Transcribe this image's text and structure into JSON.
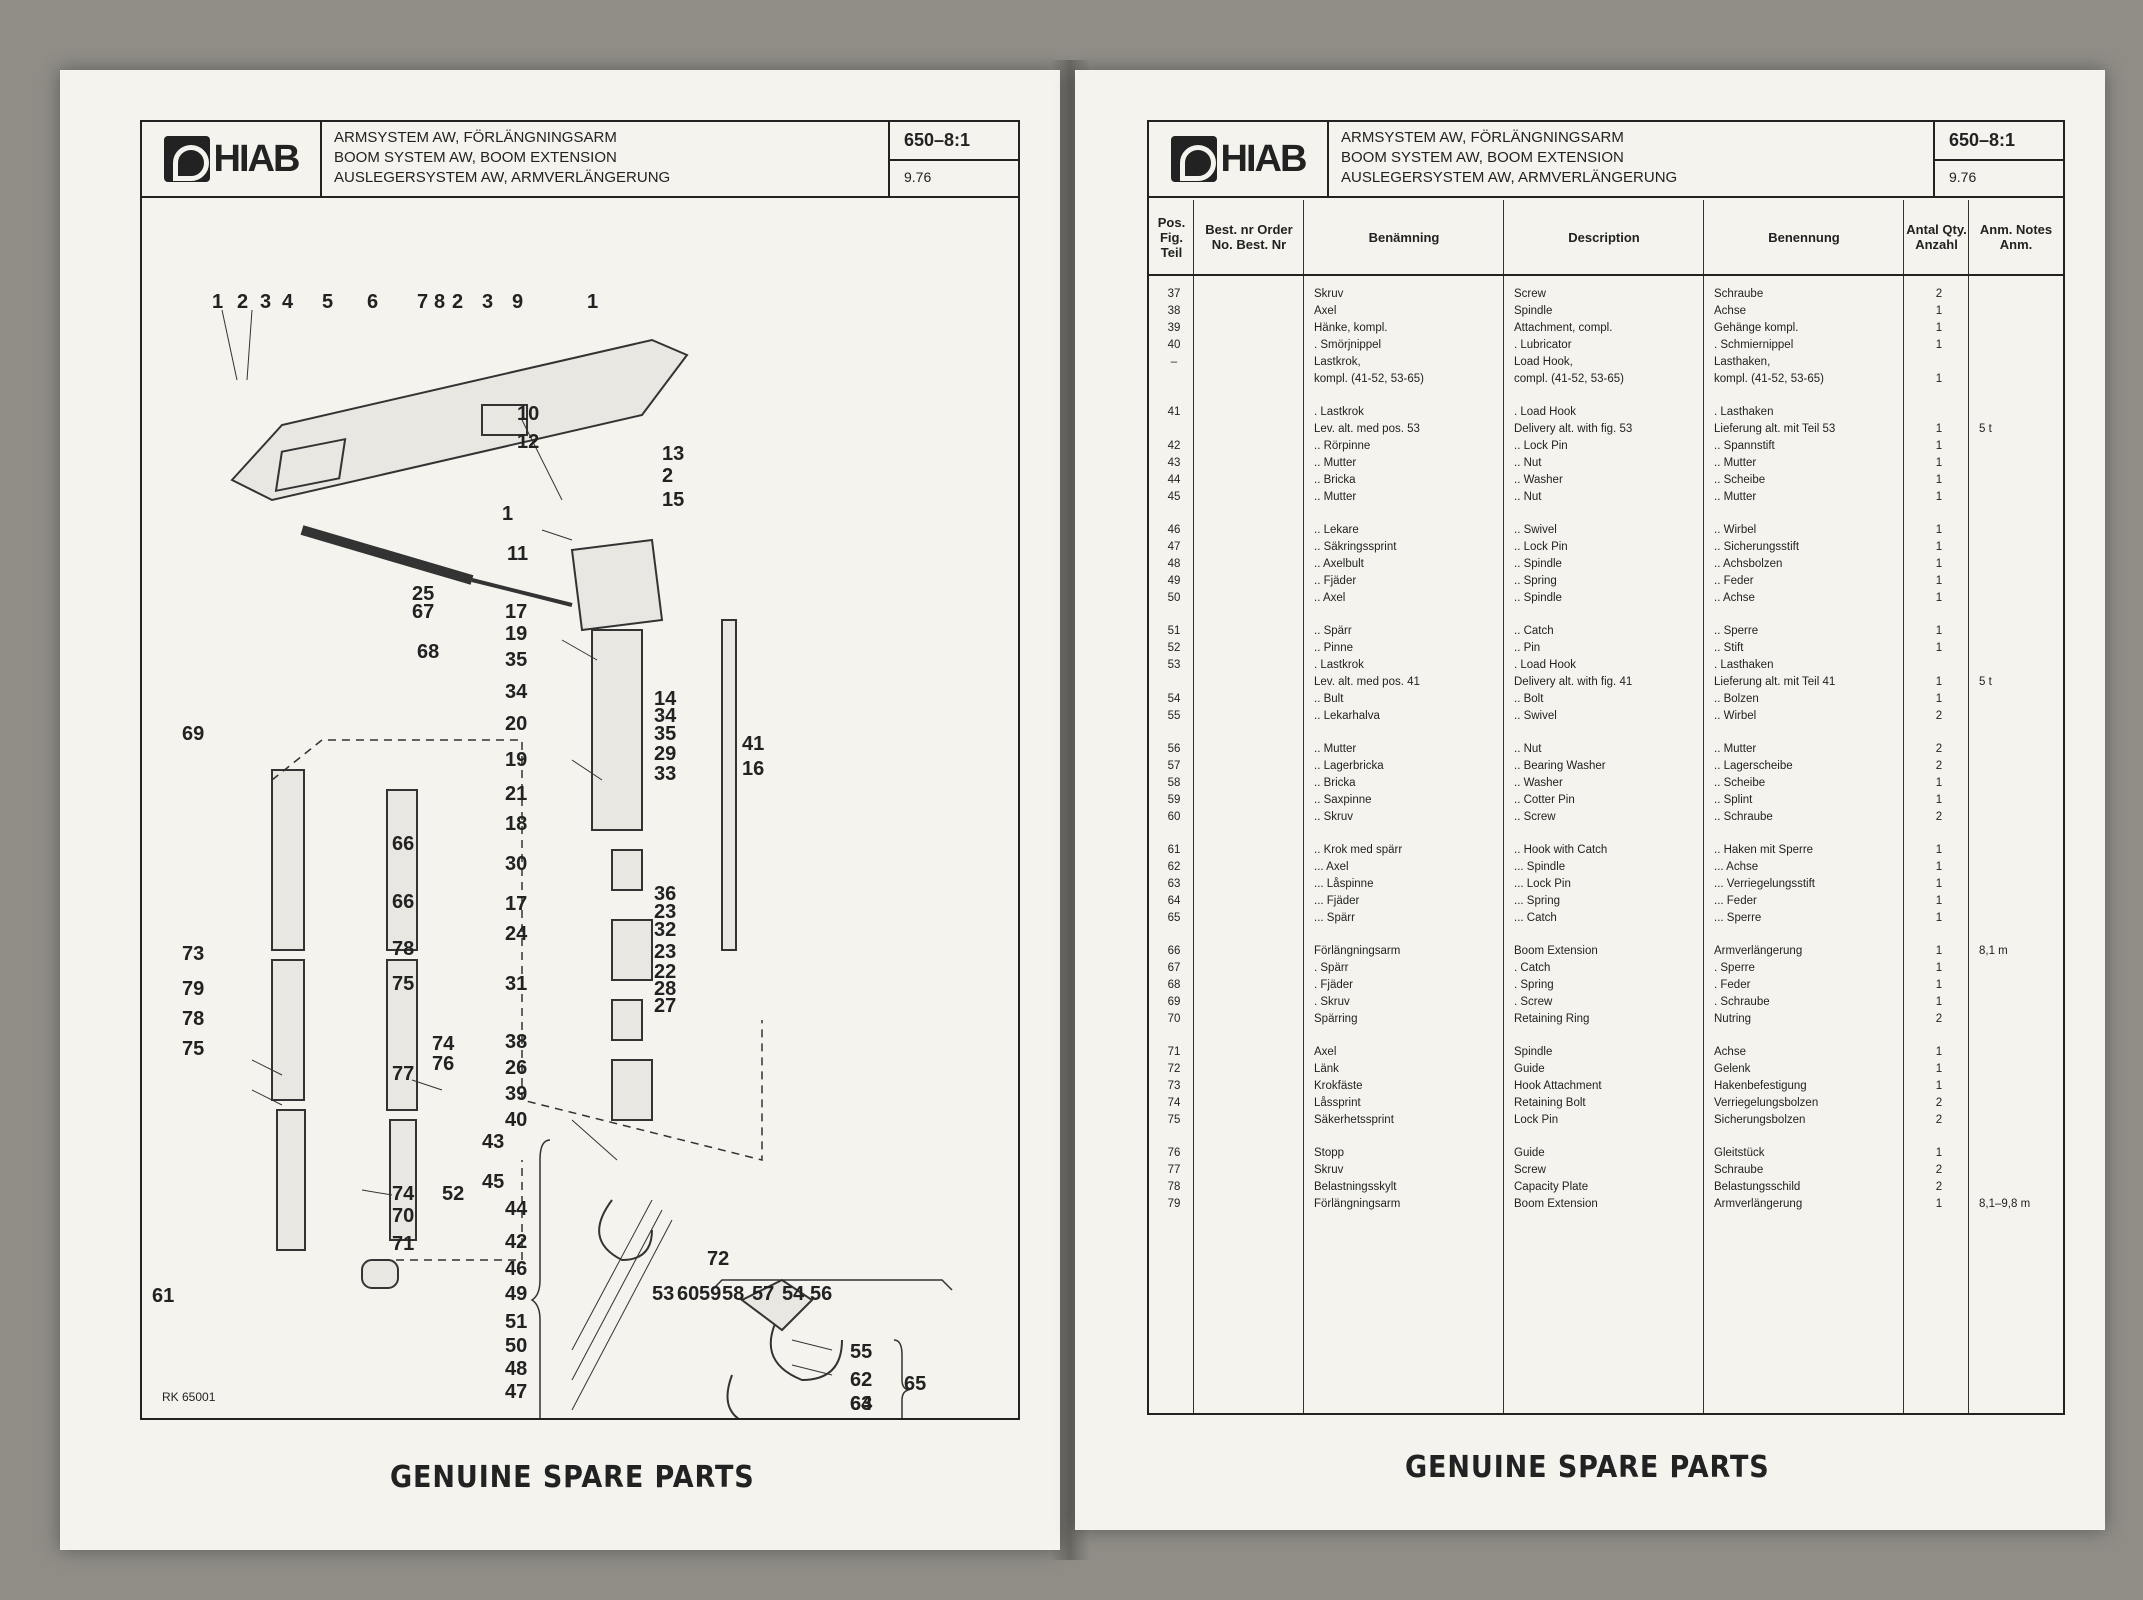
{
  "left_page": {
    "header": {
      "logo": "HIAB",
      "titles": [
        "ARMSYSTEM AW, FÖRLÄNGNINGSARM",
        "BOOM SYSTEM AW, BOOM EXTENSION",
        "AUSLEGERSYSTEM AW, ARMVERLÄNGERUNG"
      ],
      "code": "650–8:1",
      "date": "9.76"
    },
    "drawing_ref": "RK 65001",
    "footer": "GENUINE SPARE PARTS",
    "callouts": [
      "1",
      "2",
      "3",
      "4",
      "5",
      "6",
      "7",
      "8",
      "2",
      "3",
      "9",
      "1",
      "10",
      "12",
      "13",
      "2",
      "15",
      "1",
      "11",
      "17",
      "19",
      "35",
      "34",
      "20",
      "19",
      "21",
      "18",
      "30",
      "17",
      "24",
      "31",
      "38",
      "26",
      "39",
      "40",
      "43",
      "45",
      "44",
      "42",
      "46",
      "49",
      "51",
      "50",
      "48",
      "47",
      "52",
      "41",
      "16",
      "14",
      "34",
      "35",
      "29",
      "33",
      "36",
      "23",
      "32",
      "23",
      "22",
      "28",
      "27",
      "25",
      "67",
      "68",
      "69",
      "66",
      "66",
      "78",
      "75",
      "74",
      "76",
      "77",
      "73",
      "79",
      "78",
      "75",
      "74",
      "70",
      "71",
      "72",
      "53",
      "60",
      "59",
      "58",
      "57",
      "54",
      "56",
      "55",
      "62",
      "63",
      "64",
      "65",
      "61"
    ]
  },
  "right_page": {
    "header": {
      "logo": "HIAB",
      "titles": [
        "ARMSYSTEM AW, FÖRLÄNGNINGSARM",
        "BOOM SYSTEM AW, BOOM EXTENSION",
        "AUSLEGERSYSTEM AW, ARMVERLÄNGERUNG"
      ],
      "code": "650–8:1",
      "date": "9.76"
    },
    "table": {
      "headers": {
        "pos": "Pos. Fig. Teil",
        "order": "Best. nr Order No. Best. Nr",
        "sv": "Benämning",
        "en": "Description",
        "de": "Benennung",
        "qty": "Antal Qty. Anzahl",
        "note": "Anm. Notes Anm."
      },
      "rows": [
        {
          "pos": "37",
          "sv": "Skruv",
          "en": "Screw",
          "de": "Schraube",
          "qty": "2",
          "note": ""
        },
        {
          "pos": "38",
          "sv": "Axel",
          "en": "Spindle",
          "de": "Achse",
          "qty": "1",
          "note": ""
        },
        {
          "pos": "39",
          "sv": "Hänke, kompl.",
          "en": "Attachment, compl.",
          "de": "Gehänge kompl.",
          "qty": "1",
          "note": ""
        },
        {
          "pos": "40",
          "sv": ". Smörjnippel",
          "en": ". Lubricator",
          "de": ". Schmiernippel",
          "qty": "1",
          "note": ""
        },
        {
          "pos": "–",
          "sv": "Lastkrok,",
          "en": "Load Hook,",
          "de": "Lasthaken,",
          "qty": "",
          "note": ""
        },
        {
          "pos": "",
          "sv": "kompl. (41-52, 53-65)",
          "en": "compl. (41-52, 53-65)",
          "de": "kompl. (41-52, 53-65)",
          "qty": "1",
          "note": ""
        },
        {
          "pos": "41",
          "sv": ". Lastkrok",
          "en": ". Load Hook",
          "de": ". Lasthaken",
          "qty": "",
          "note": ""
        },
        {
          "pos": "",
          "sv": "Lev. alt. med pos. 53",
          "en": "Delivery alt. with fig. 53",
          "de": "Lieferung alt. mit Teil 53",
          "qty": "1",
          "note": "5 t"
        },
        {
          "pos": "42",
          "sv": ".. Rörpinne",
          "en": ".. Lock Pin",
          "de": ".. Spannstift",
          "qty": "1",
          "note": ""
        },
        {
          "pos": "43",
          "sv": ".. Mutter",
          "en": ".. Nut",
          "de": ".. Mutter",
          "qty": "1",
          "note": ""
        },
        {
          "pos": "44",
          "sv": ".. Bricka",
          "en": ".. Washer",
          "de": ".. Scheibe",
          "qty": "1",
          "note": ""
        },
        {
          "pos": "45",
          "sv": ".. Mutter",
          "en": ".. Nut",
          "de": ".. Mutter",
          "qty": "1",
          "note": ""
        },
        {
          "pos": "46",
          "sv": ".. Lekare",
          "en": ".. Swivel",
          "de": ".. Wirbel",
          "qty": "1",
          "note": ""
        },
        {
          "pos": "47",
          "sv": ".. Säkringssprint",
          "en": ".. Lock Pin",
          "de": ".. Sicherungsstift",
          "qty": "1",
          "note": ""
        },
        {
          "pos": "48",
          "sv": ".. Axelbult",
          "en": ".. Spindle",
          "de": ".. Achsbolzen",
          "qty": "1",
          "note": ""
        },
        {
          "pos": "49",
          "sv": ".. Fjäder",
          "en": ".. Spring",
          "de": ".. Feder",
          "qty": "1",
          "note": ""
        },
        {
          "pos": "50",
          "sv": ".. Axel",
          "en": ".. Spindle",
          "de": ".. Achse",
          "qty": "1",
          "note": ""
        },
        {
          "pos": "51",
          "sv": ".. Spärr",
          "en": ".. Catch",
          "de": ".. Sperre",
          "qty": "1",
          "note": ""
        },
        {
          "pos": "52",
          "sv": ".. Pinne",
          "en": ".. Pin",
          "de": ".. Stift",
          "qty": "1",
          "note": ""
        },
        {
          "pos": "53",
          "sv": ". Lastkrok",
          "en": ". Load Hook",
          "de": ". Lasthaken",
          "qty": "",
          "note": ""
        },
        {
          "pos": "",
          "sv": "Lev. alt. med pos. 41",
          "en": "Delivery alt. with fig. 41",
          "de": "Lieferung alt. mit Teil 41",
          "qty": "1",
          "note": "5 t"
        },
        {
          "pos": "54",
          "sv": ".. Bult",
          "en": ".. Bolt",
          "de": ".. Bolzen",
          "qty": "1",
          "note": ""
        },
        {
          "pos": "55",
          "sv": ".. Lekarhalva",
          "en": ".. Swivel",
          "de": ".. Wirbel",
          "qty": "2",
          "note": ""
        },
        {
          "pos": "56",
          "sv": ".. Mutter",
          "en": ".. Nut",
          "de": ".. Mutter",
          "qty": "2",
          "note": ""
        },
        {
          "pos": "57",
          "sv": ".. Lagerbricka",
          "en": ".. Bearing Washer",
          "de": ".. Lagerscheibe",
          "qty": "2",
          "note": ""
        },
        {
          "pos": "58",
          "sv": ".. Bricka",
          "en": ".. Washer",
          "de": ".. Scheibe",
          "qty": "1",
          "note": ""
        },
        {
          "pos": "59",
          "sv": ".. Saxpinne",
          "en": ".. Cotter Pin",
          "de": ".. Splint",
          "qty": "1",
          "note": ""
        },
        {
          "pos": "60",
          "sv": ".. Skruv",
          "en": ".. Screw",
          "de": ".. Schraube",
          "qty": "2",
          "note": ""
        },
        {
          "pos": "61",
          "sv": ".. Krok med spärr",
          "en": ".. Hook with Catch",
          "de": ".. Haken mit Sperre",
          "qty": "1",
          "note": ""
        },
        {
          "pos": "62",
          "sv": "... Axel",
          "en": "... Spindle",
          "de": "... Achse",
          "qty": "1",
          "note": ""
        },
        {
          "pos": "63",
          "sv": "... Låspinne",
          "en": "... Lock Pin",
          "de": "... Verriegelungsstift",
          "qty": "1",
          "note": ""
        },
        {
          "pos": "64",
          "sv": "... Fjäder",
          "en": "... Spring",
          "de": "... Feder",
          "qty": "1",
          "note": ""
        },
        {
          "pos": "65",
          "sv": "... Spärr",
          "en": "... Catch",
          "de": "... Sperre",
          "qty": "1",
          "note": ""
        },
        {
          "pos": "66",
          "sv": "Förlängningsarm",
          "en": "Boom Extension",
          "de": "Armverlängerung",
          "qty": "1",
          "note": "8,1 m"
        },
        {
          "pos": "67",
          "sv": ". Spärr",
          "en": ". Catch",
          "de": ". Sperre",
          "qty": "1",
          "note": ""
        },
        {
          "pos": "68",
          "sv": ". Fjäder",
          "en": ". Spring",
          "de": ". Feder",
          "qty": "1",
          "note": ""
        },
        {
          "pos": "69",
          "sv": ". Skruv",
          "en": ". Screw",
          "de": ". Schraube",
          "qty": "1",
          "note": ""
        },
        {
          "pos": "70",
          "sv": "Spärring",
          "en": "Retaining Ring",
          "de": "Nutring",
          "qty": "2",
          "note": ""
        },
        {
          "pos": "71",
          "sv": "Axel",
          "en": "Spindle",
          "de": "Achse",
          "qty": "1",
          "note": ""
        },
        {
          "pos": "72",
          "sv": "Länk",
          "en": "Guide",
          "de": "Gelenk",
          "qty": "1",
          "note": ""
        },
        {
          "pos": "73",
          "sv": "Krokfäste",
          "en": "Hook Attachment",
          "de": "Hakenbefestigung",
          "qty": "1",
          "note": ""
        },
        {
          "pos": "74",
          "sv": "Låssprint",
          "en": "Retaining Bolt",
          "de": "Verriegelungsbolzen",
          "qty": "2",
          "note": ""
        },
        {
          "pos": "75",
          "sv": "Säkerhetssprint",
          "en": "Lock Pin",
          "de": "Sicherungsbolzen",
          "qty": "2",
          "note": ""
        },
        {
          "pos": "76",
          "sv": "Stopp",
          "en": "Guide",
          "de": "Gleitstück",
          "qty": "1",
          "note": ""
        },
        {
          "pos": "77",
          "sv": "Skruv",
          "en": "Screw",
          "de": "Schraube",
          "qty": "2",
          "note": ""
        },
        {
          "pos": "78",
          "sv": "Belastningsskylt",
          "en": "Capacity Plate",
          "de": "Belastungsschild",
          "qty": "2",
          "note": ""
        },
        {
          "pos": "79",
          "sv": "Förlängningsarm",
          "en": "Boom Extension",
          "de": "Armverlängerung",
          "qty": "1",
          "note": "8,1–9,8 m"
        }
      ]
    },
    "footer": "GENUINE SPARE PARTS"
  }
}
